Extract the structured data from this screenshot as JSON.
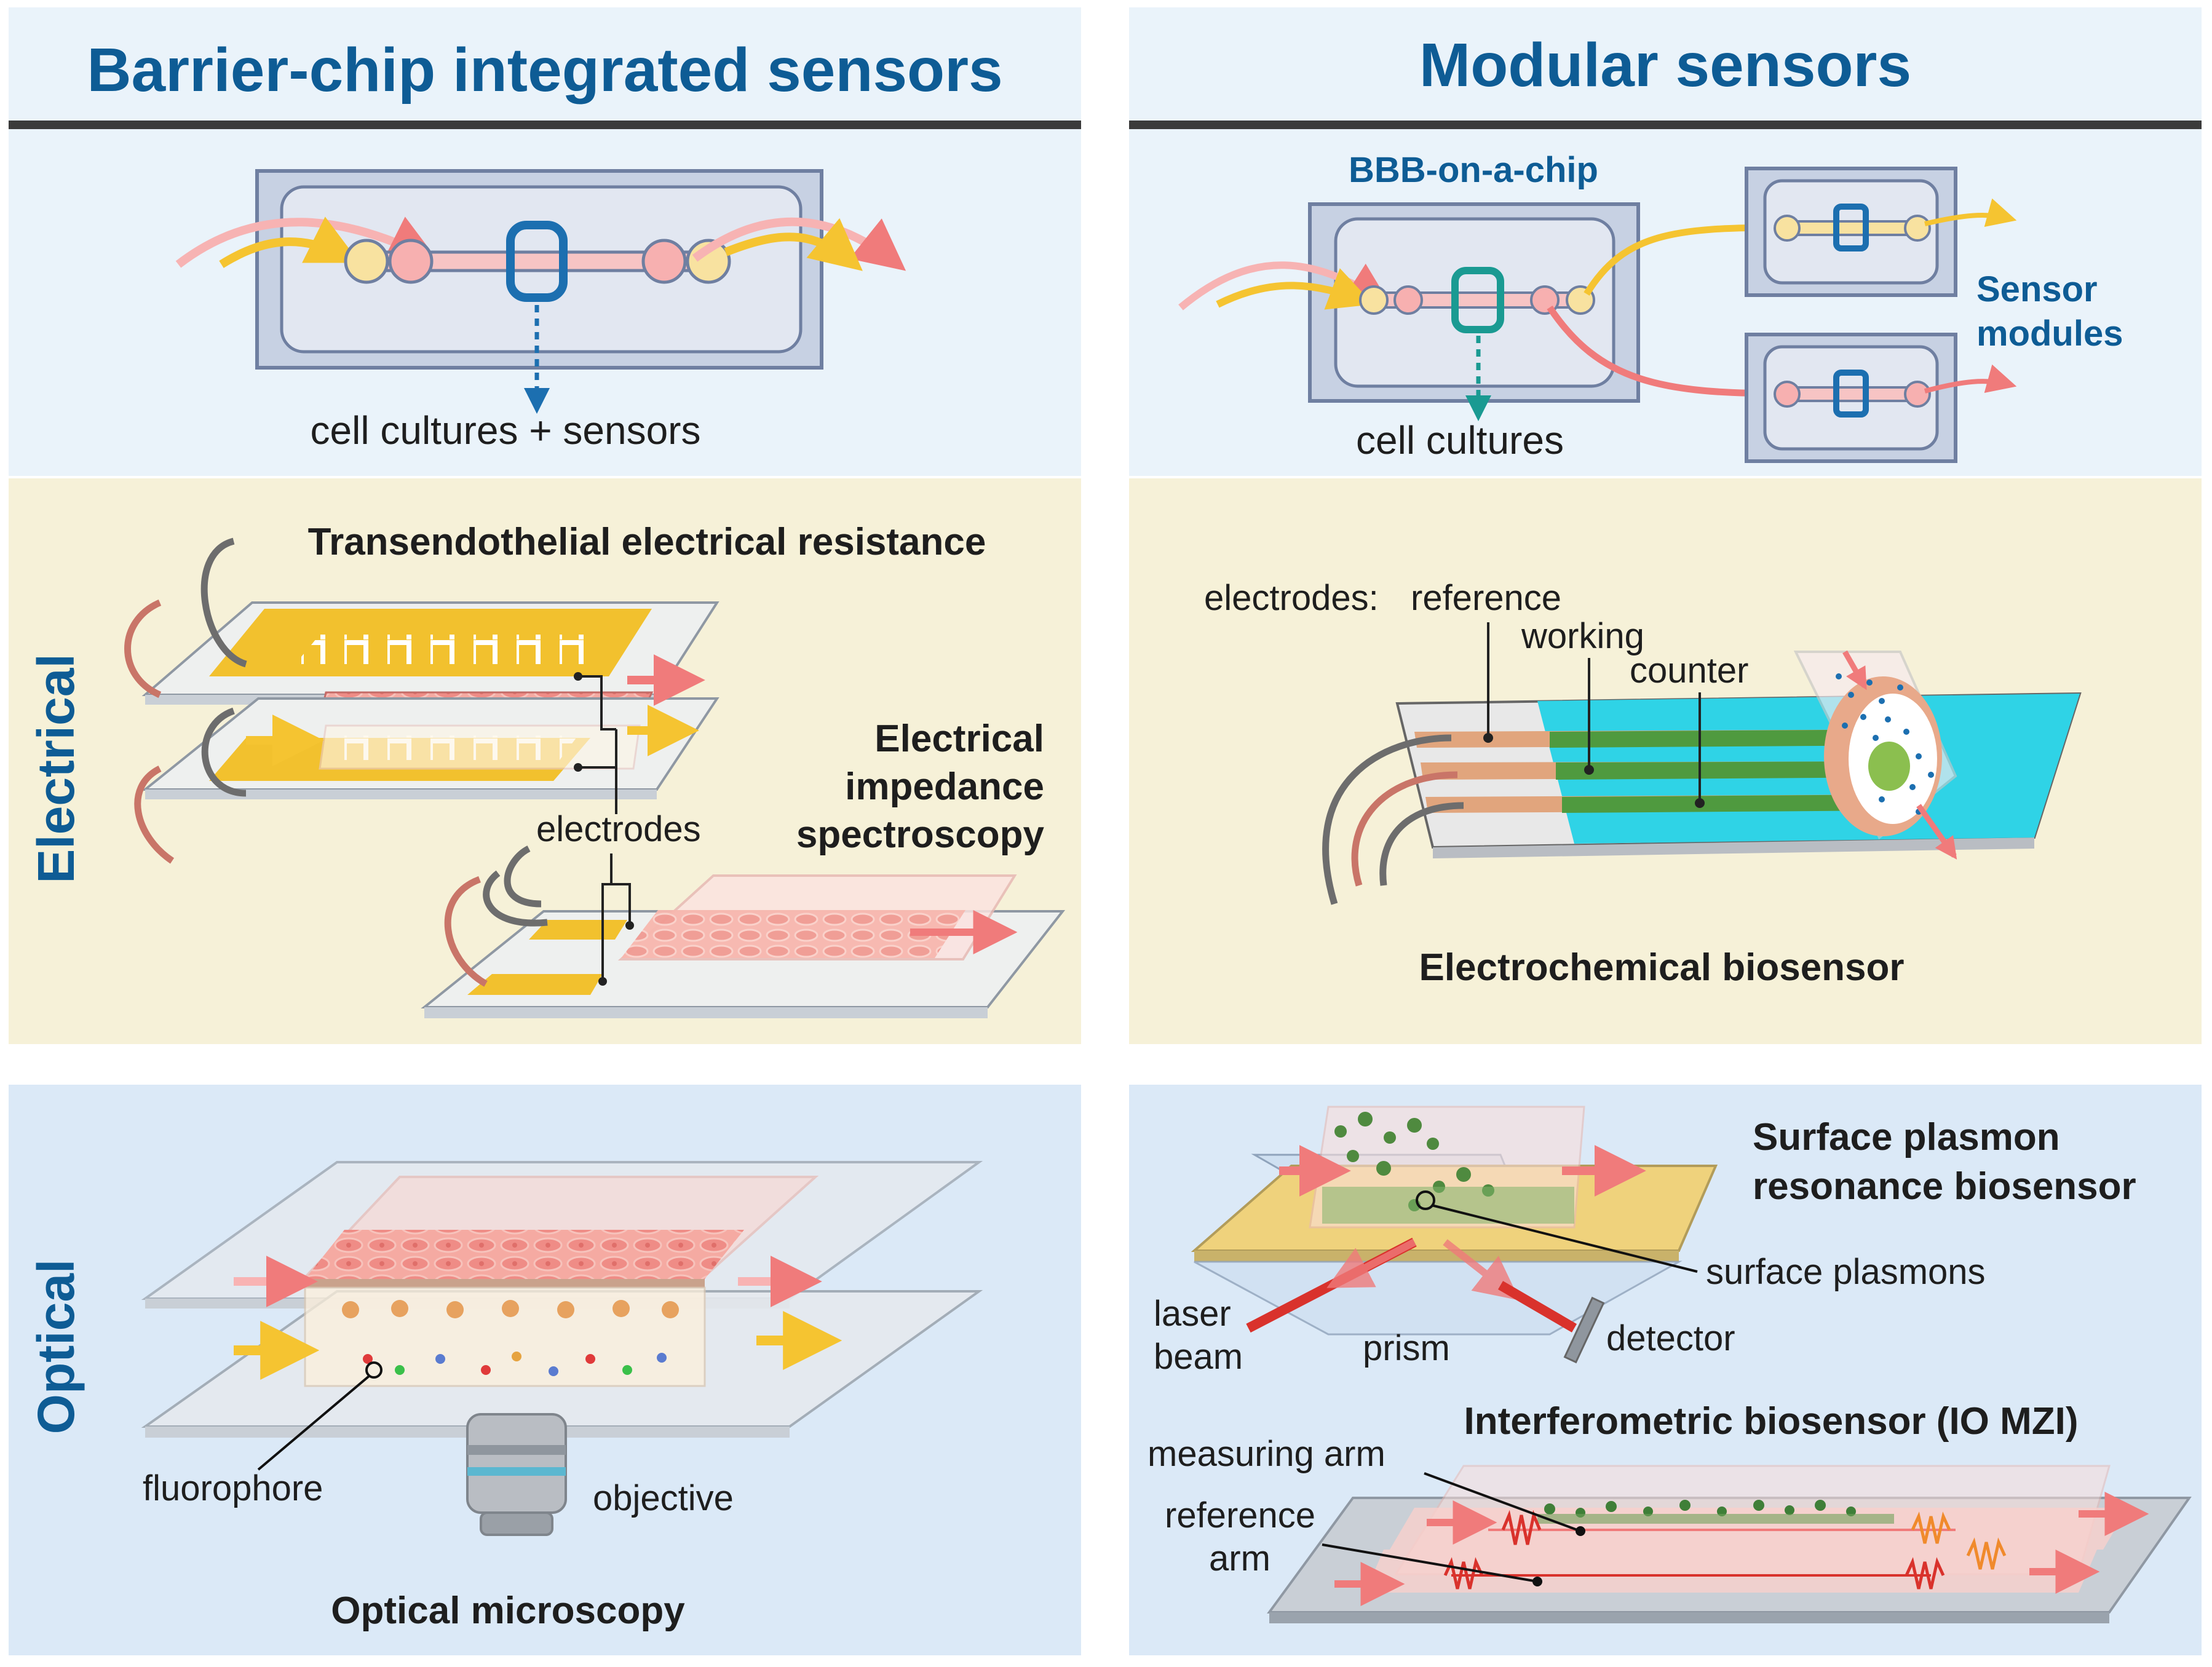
{
  "left_header": "Barrier-chip integrated sensors",
  "right_header": "Modular sensors",
  "left_chip": {
    "caption": "cell cultures + sensors"
  },
  "right_chip": {
    "chip_title": "BBB-on-a-chip",
    "caption": "cell cultures",
    "modules_label_1": "Sensor",
    "modules_label_2": "modules"
  },
  "side_labels": {
    "electrical": "Electrical",
    "optical": "Optical"
  },
  "teer": {
    "title": "Transendothelial electrical resistance"
  },
  "eis": {
    "line1": "Electrical",
    "line2": "impedance",
    "line3": "spectroscopy",
    "electrodes": "electrodes"
  },
  "electrochem": {
    "electrodes_prefix": "electrodes:",
    "reference": "reference",
    "working": "working",
    "counter": "counter",
    "title": "Electrochemical biosensor"
  },
  "optical_microscopy": {
    "fluorophore": "fluorophore",
    "objective": "objective",
    "title": "Optical microscopy"
  },
  "spr": {
    "title_line1": "Surface plasmon",
    "title_line2": "resonance biosensor",
    "surface_plasmons": "surface plasmons",
    "laser_line1": "laser",
    "laser_line2": "beam",
    "prism": "prism",
    "detector": "detector"
  },
  "mzi": {
    "title": "Interferometric biosensor (IO MZI)",
    "measuring_arm": "measuring arm",
    "reference_line1": "reference",
    "reference_line2": "arm"
  },
  "colors": {
    "header_blue": "#0e5c95",
    "panel_top": "#eaf3fa",
    "panel_electrical": "#f6f1d8",
    "panel_optical": "#dbe9f7",
    "electrode_gold": "#f2c12e",
    "flow_red": "#f07b7b",
    "flow_yellow": "#f5c431",
    "cell_pink": "#f29a94",
    "cyan": "#2fd3e6"
  }
}
